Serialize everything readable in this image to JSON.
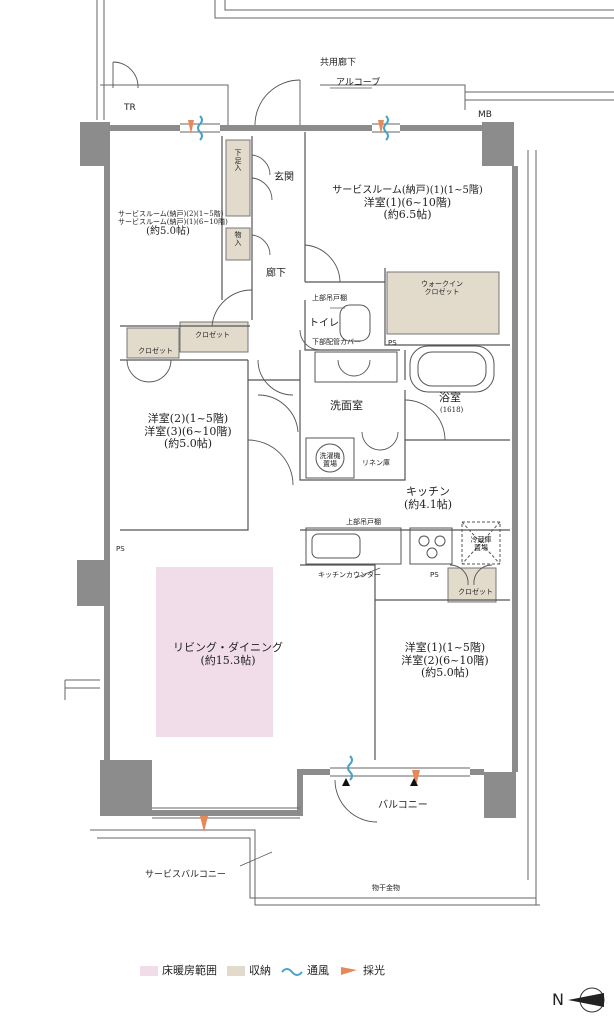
{
  "colors": {
    "floor_heating": "#f1dcea",
    "storage": "#e2dacb",
    "wall": "#8c8c8c",
    "ventilation": "#4aa3c9",
    "daylight": "#e8885a",
    "line": "#555555"
  },
  "labels": {
    "common_corridor": "共用廊下",
    "alcove": "アルコーブ",
    "tr": "TR",
    "mb": "MB",
    "genkan": "玄関",
    "getabako": "下足入",
    "mono": "物入",
    "rouka": "廊下",
    "service_room_left": [
      "サービスルーム(納戸)(2)(1~5階)",
      "サービスルーム(納戸)(1)(6~10階)",
      "(約5.0帖)"
    ],
    "service_room_right": [
      "サービスルーム(納戸)(1)(1~5階)",
      "洋室(1)(6~10階)",
      "(約6.5帖)"
    ],
    "walkin": [
      "ウォークイン",
      "クロゼット"
    ],
    "toilet": "トイレ",
    "upper_shelf": "上部吊戸棚",
    "lower_pipe": "下部配管カバー",
    "ps": "PS",
    "bath": "浴室",
    "bath_size": "(1618)",
    "washroom": "洗面室",
    "laundry": [
      "洗濯機",
      "置場"
    ],
    "linen": "リネン庫",
    "closet": "クロゼット",
    "western_left": [
      "洋室(2)(1~5階)",
      "洋室(3)(6~10階)",
      "(約5.0帖)"
    ],
    "kitchen": [
      "キッチン",
      "(約4.1帖)"
    ],
    "upper_shelf_kitchen": "上部吊戸棚",
    "fridge": [
      "冷蔵庫",
      "置場"
    ],
    "kitchen_counter": "キッチンカウンター",
    "living": [
      "リビング・ダイニング",
      "(約15.3帖)"
    ],
    "western_right": [
      "洋室(1)(1~5階)",
      "洋室(2)(6~10階)",
      "(約5.0帖)"
    ],
    "balcony": "バルコニー",
    "service_balcony": "サービスバルコニー",
    "drying": "物干金物",
    "north": "N"
  },
  "legend": [
    {
      "label": "床暖房範囲",
      "kind": "swatch",
      "color": "#f1dcea"
    },
    {
      "label": "収納",
      "kind": "swatch",
      "color": "#e2dacb"
    },
    {
      "label": "通風",
      "kind": "wave",
      "color": "#4aa3c9"
    },
    {
      "label": "採光",
      "kind": "light",
      "color": "#e8885a"
    }
  ]
}
